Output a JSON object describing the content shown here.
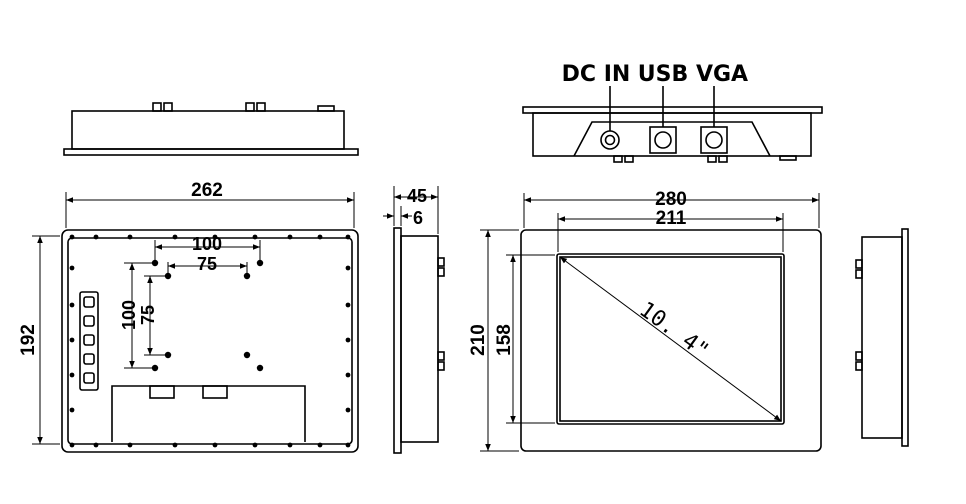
{
  "diagram": {
    "connector_labels": {
      "dc_in": "DC IN",
      "usb": "USB",
      "vga": "VGA"
    },
    "rear_view": {
      "overall_width": "262",
      "overall_height": "192",
      "vesa_outer_width": "100",
      "vesa_inner_width": "75",
      "vesa_outer_height": "100",
      "vesa_inner_height": "75"
    },
    "side_view": {
      "depth": "45",
      "bezel_thickness": "6"
    },
    "front_view": {
      "overall_width": "280",
      "screen_width": "211",
      "overall_height": "210",
      "screen_height": "158",
      "diagonal": "10. 4\""
    },
    "colors": {
      "line": "#000000",
      "screen_bg": "#ffffff",
      "port_fill": "#e6e6e6"
    }
  }
}
